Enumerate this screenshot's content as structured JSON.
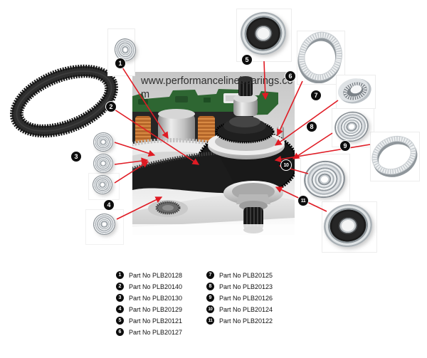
{
  "watermark": {
    "line1": "www.performancelinebearings.co",
    "line2": "m"
  },
  "callouts": [
    "1",
    "2",
    "3",
    "4",
    "5",
    "6",
    "7",
    "8",
    "9",
    "10",
    "11"
  ],
  "parts": [
    {
      "num": "1",
      "label": "Part No PLB20128"
    },
    {
      "num": "2",
      "label": "Part No PLB20140"
    },
    {
      "num": "3",
      "label": "Part No PLB20130"
    },
    {
      "num": "4",
      "label": "Part No PLB20129"
    },
    {
      "num": "5",
      "label": "Part No PLB20121"
    },
    {
      "num": "6",
      "label": "Part No PLB20127"
    },
    {
      "num": "7",
      "label": "Part No PLB20125"
    },
    {
      "num": "8",
      "label": "Part No PLB20123"
    },
    {
      "num": "9",
      "label": "Part No PLB20126"
    },
    {
      "num": "10",
      "label": "Part No PLB20124"
    },
    {
      "num": "11",
      "label": "Part No PLB20122"
    }
  ],
  "colors": {
    "leader_red": "#e01b24",
    "callout_black": "#0d0d0d",
    "photo_background": "#d9d9d9"
  }
}
